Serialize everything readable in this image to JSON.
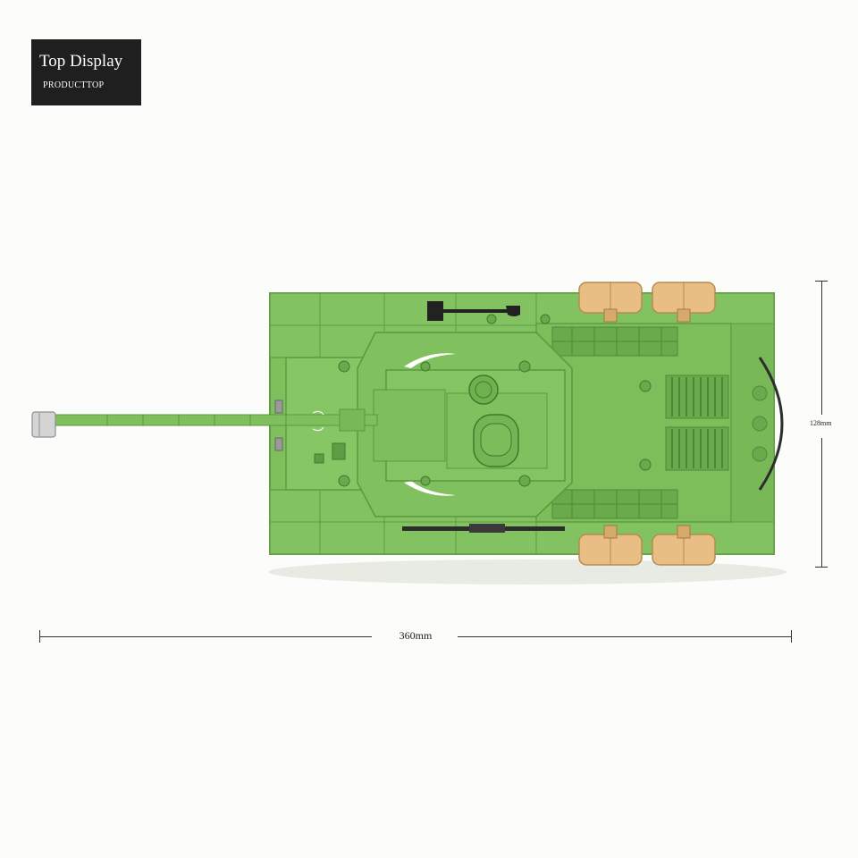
{
  "badge": {
    "title": "Top Display",
    "subtitle": "PRODUCTTOP"
  },
  "dimensions": {
    "length": "360mm",
    "width": "128mm"
  },
  "colors": {
    "tank_green": "#7fbf5c",
    "tank_dark": "#5f9d45",
    "fuel_tank": "#e8be84",
    "background": "#fcfcfa"
  }
}
